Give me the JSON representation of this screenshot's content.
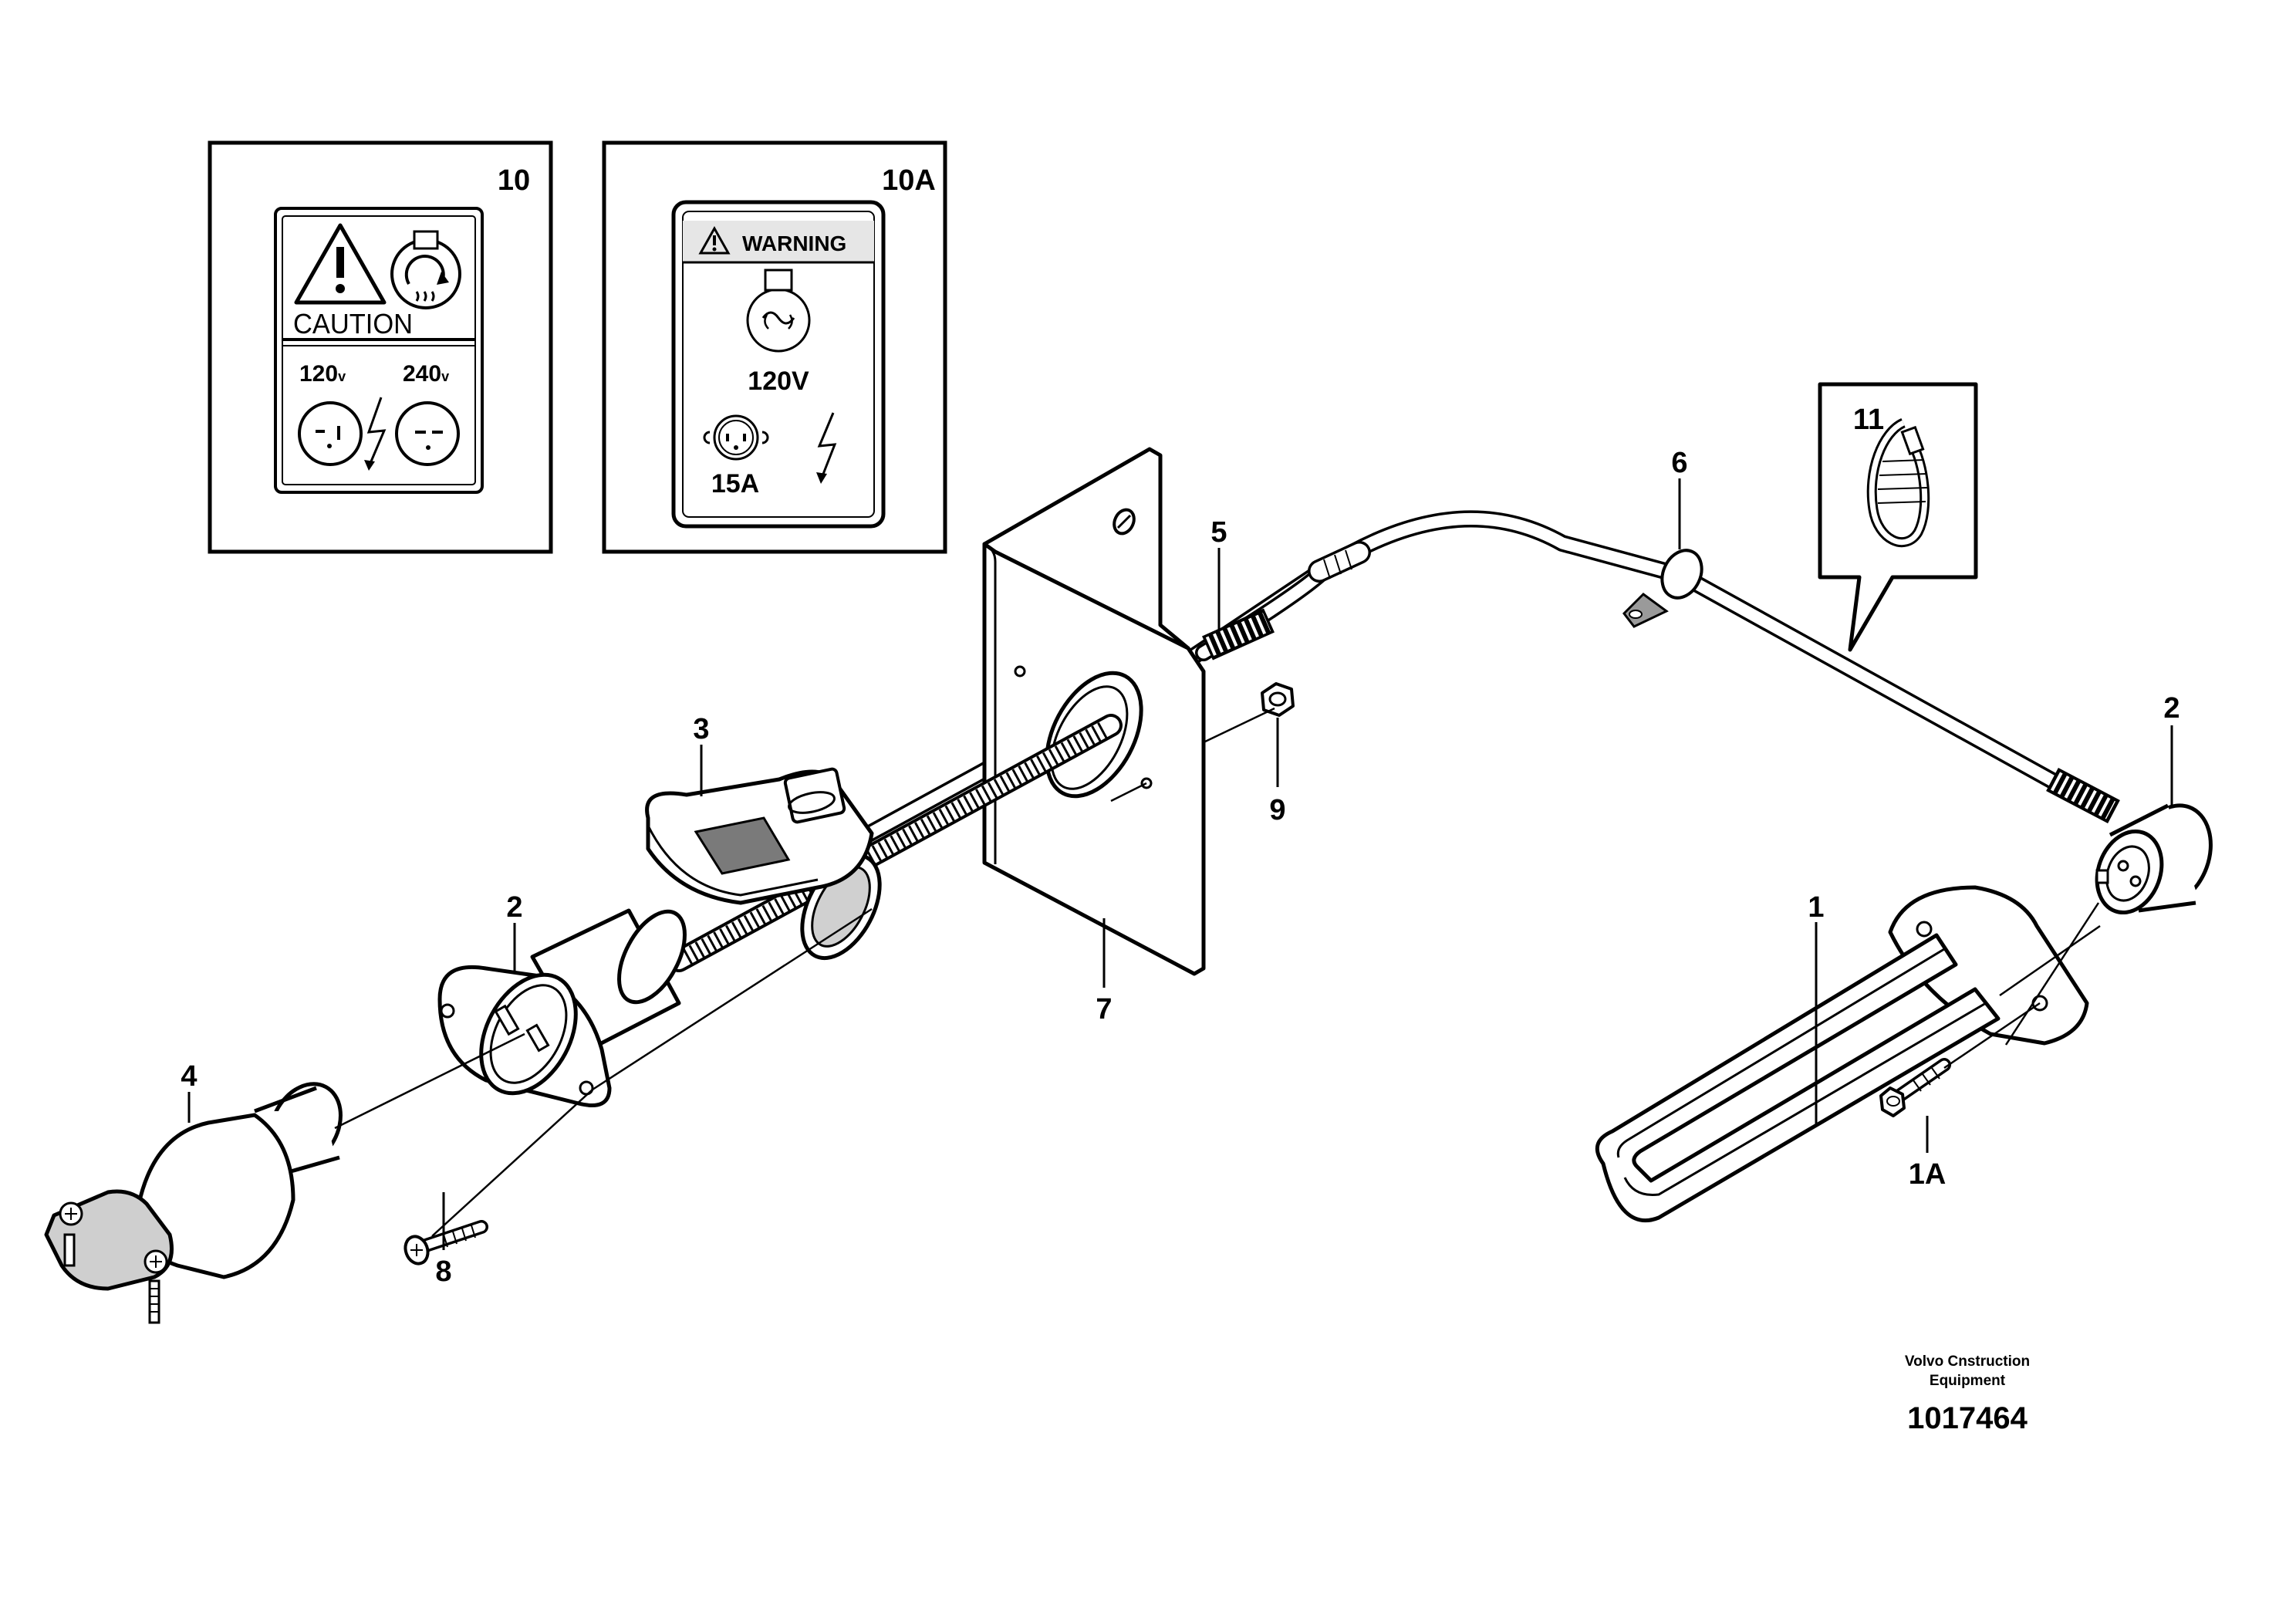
{
  "callouts": {
    "c1": "1",
    "c1a": "1A",
    "c2_socket": "2",
    "c2_plug": "2",
    "c3": "3",
    "c4": "4",
    "c5": "5",
    "c6": "6",
    "c7": "7",
    "c8": "8",
    "c9": "9",
    "c10": "10",
    "c10a": "10A",
    "c11": "11"
  },
  "decal_10": {
    "caution": "CAUTION",
    "left_voltage": "120",
    "right_voltage": "240",
    "unit": "v"
  },
  "decal_10a": {
    "warning": "WARNING",
    "voltage": "120V",
    "amperage": "15A"
  },
  "footer": {
    "maker_line1": "Volvo Cnstruction",
    "maker_line2": "Equipment",
    "doc_number": "1017464"
  },
  "icons": [
    "warning-triangle-icon",
    "engine-heater-icon",
    "outlet-icon",
    "lightning-icon"
  ]
}
